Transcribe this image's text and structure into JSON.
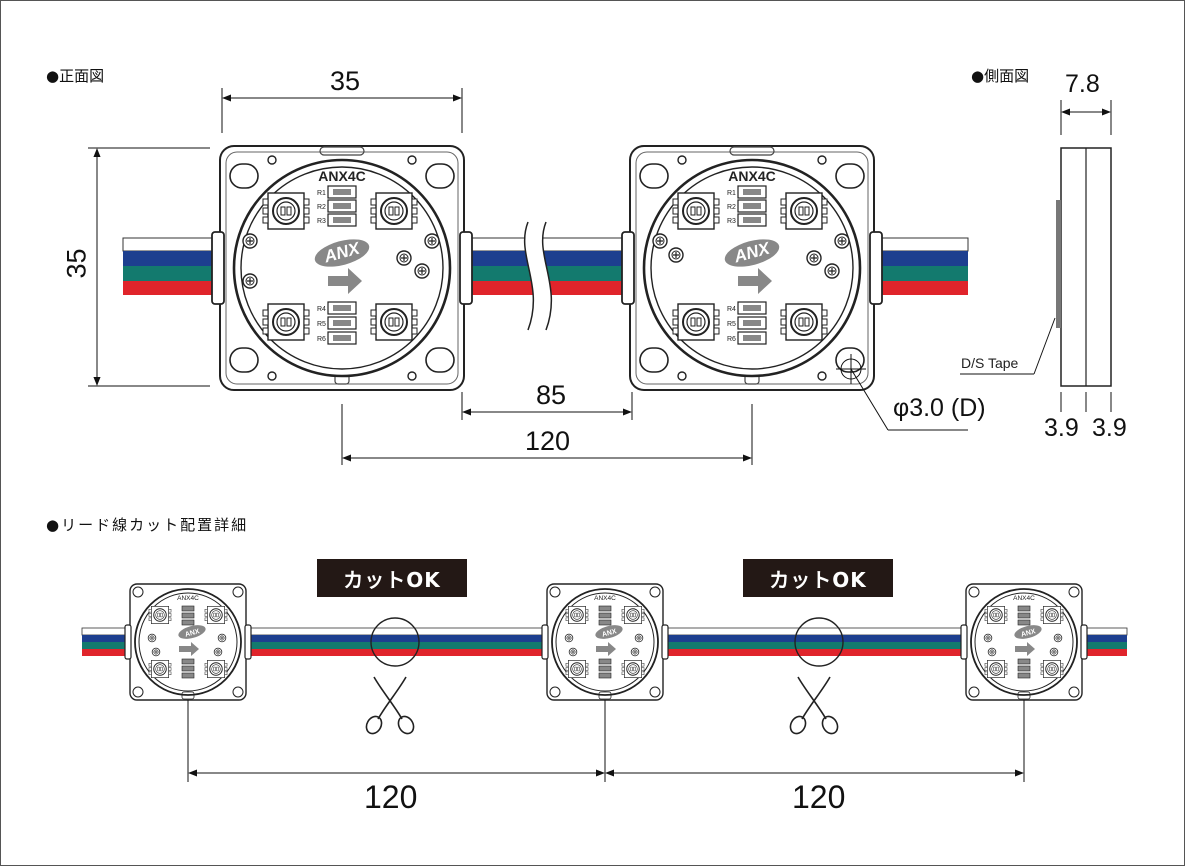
{
  "sections": {
    "front_view": "●正面図",
    "side_view": "●側面図",
    "cut_layout": "●リード線カット配置詳細"
  },
  "dimensions": {
    "module_width": "35",
    "module_height": "35",
    "pitch_inner": "85",
    "pitch": "120",
    "hole": "φ3.0 (D)",
    "side_thickness": "7.8",
    "side_left": "3.9",
    "side_right": "3.9",
    "cut_pitch_1": "120",
    "cut_pitch_2": "120"
  },
  "module": {
    "model": "ANX4C",
    "logo": "ANX",
    "resistors_top": [
      "R1",
      "R2",
      "R3"
    ],
    "resistors_bottom": [
      "R4",
      "R5",
      "R6"
    ]
  },
  "side_label": "D/S Tape",
  "cut_ok_1": "カットOK",
  "cut_ok_2": "カットOK",
  "wire_colors": {
    "white": "#ffffff",
    "blue": "#1d3f8f",
    "green": "#137a6e",
    "red": "#e0242b",
    "body_gray": "#777777"
  },
  "icons": [
    "scissors-icon",
    "arrow-right-icon",
    "bullet-icon"
  ]
}
